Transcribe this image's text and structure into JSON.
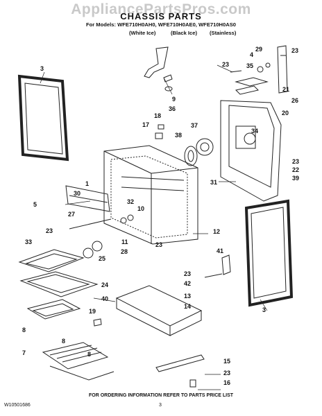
{
  "watermark": "AppliancePartsPros.com",
  "title": "CHASSIS PARTS",
  "models_line": "For Models: WFE710H0AH0, WFE710H0AE0, WFE710H0AS0",
  "variants": [
    "(White Ice)",
    "(Black Ice)",
    "(Stainless)"
  ],
  "callouts": [
    "3",
    "9",
    "36",
    "4",
    "35",
    "29",
    "23",
    "23",
    "21",
    "26",
    "20",
    "18",
    "17",
    "37",
    "38",
    "34",
    "1",
    "30",
    "23",
    "22",
    "39",
    "31",
    "5",
    "32",
    "10",
    "27",
    "12",
    "23",
    "33",
    "11",
    "28",
    "23",
    "25",
    "41",
    "24",
    "40",
    "3",
    "23",
    "42",
    "13",
    "14",
    "19",
    "8",
    "8",
    "7",
    "8",
    "15",
    "23",
    "16"
  ],
  "footer": {
    "doc_number": "W10501686",
    "ordering_note": "FOR ORDERING INFORMATION REFER TO PARTS PRICE LIST",
    "page_number": "3"
  }
}
